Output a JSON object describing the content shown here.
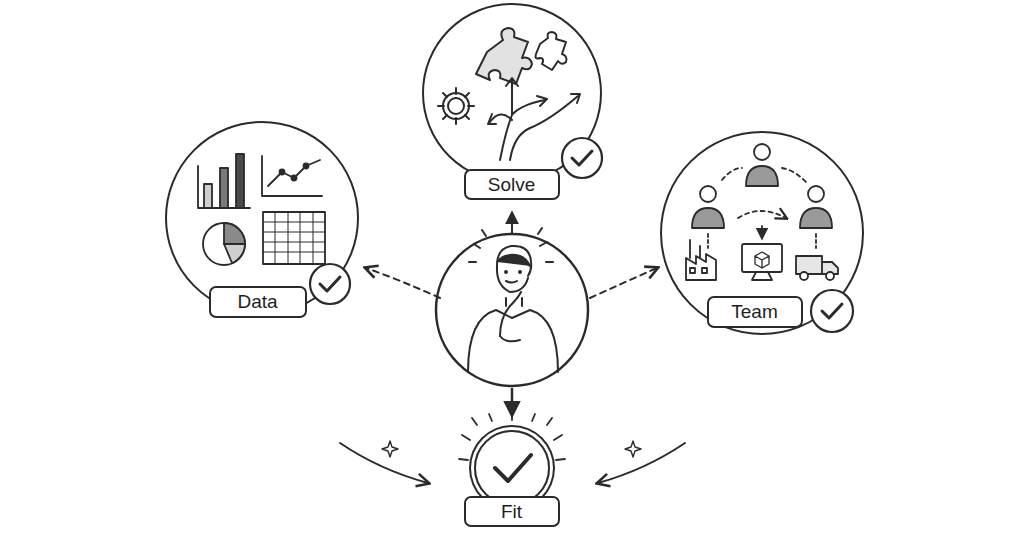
{
  "diagram": {
    "nodes": [
      {
        "text": [
          "Solve"
        ]
      },
      {
        "text": [
          "Data"
        ]
      },
      {
        "text": [
          "Team"
        ]
      },
      {
        "text": [
          "Fit"
        ]
      }
    ]
  }
}
